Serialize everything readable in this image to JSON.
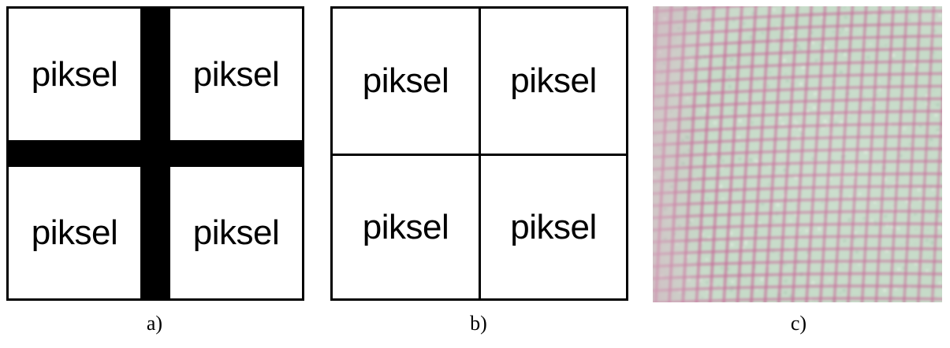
{
  "panels": {
    "a": {
      "caption": "a)",
      "cells": [
        "piksel",
        "piksel",
        "piksel",
        "piksel"
      ]
    },
    "b": {
      "caption": "b)",
      "cells": [
        "piksel",
        "piksel",
        "piksel",
        "piksel"
      ]
    },
    "c": {
      "caption": "c)"
    }
  }
}
